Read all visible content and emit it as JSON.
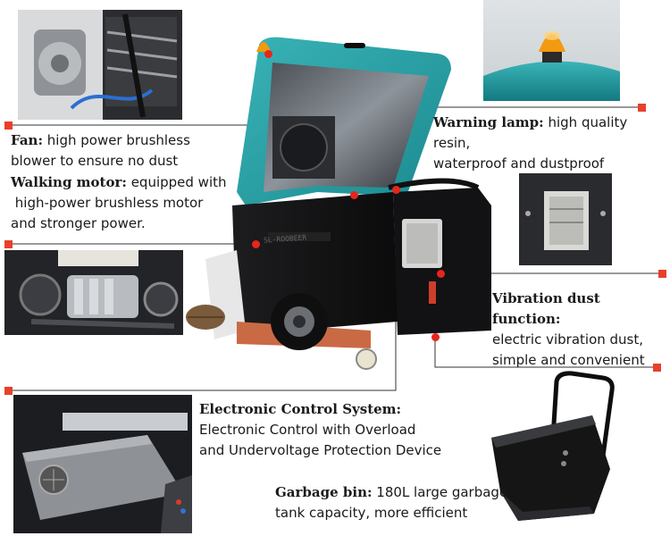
{
  "colors": {
    "accent": "#e8402b",
    "body_teal": "#2aa3a8",
    "body_black": "#141414"
  },
  "labels": {
    "fan_title": "Fan:",
    "fan_text_1": " high power brushless",
    "fan_text_2": "blower to ensure no dust",
    "motor_title": "Walking motor:",
    "motor_text_1": " equipped with",
    "motor_text_2": " high-power brushless motor",
    "motor_text_3": "and stronger power.",
    "lamp_title": "Warning lamp:",
    "lamp_text_1": " high quality resin,",
    "lamp_text_2": "waterproof and dustproof",
    "vib_title": "Vibration dust function:",
    "vib_text_1": "electric vibration dust,",
    "vib_text_2": "simple and convenient",
    "ecs_title": "Electronic Control System:",
    "ecs_text_1": "Electronic Control with Overload",
    "ecs_text_2": "and Undervoltage Protection Device",
    "bin_title": "Garbage bin:",
    "bin_text_1": " 180L large garbage",
    "bin_text_2": "tank capacity, more efficient"
  },
  "product": {
    "brand_text": "SL-ROOBEER"
  },
  "icons": {
    "callout_end": "square-marker",
    "callout_point": "dot-marker"
  }
}
